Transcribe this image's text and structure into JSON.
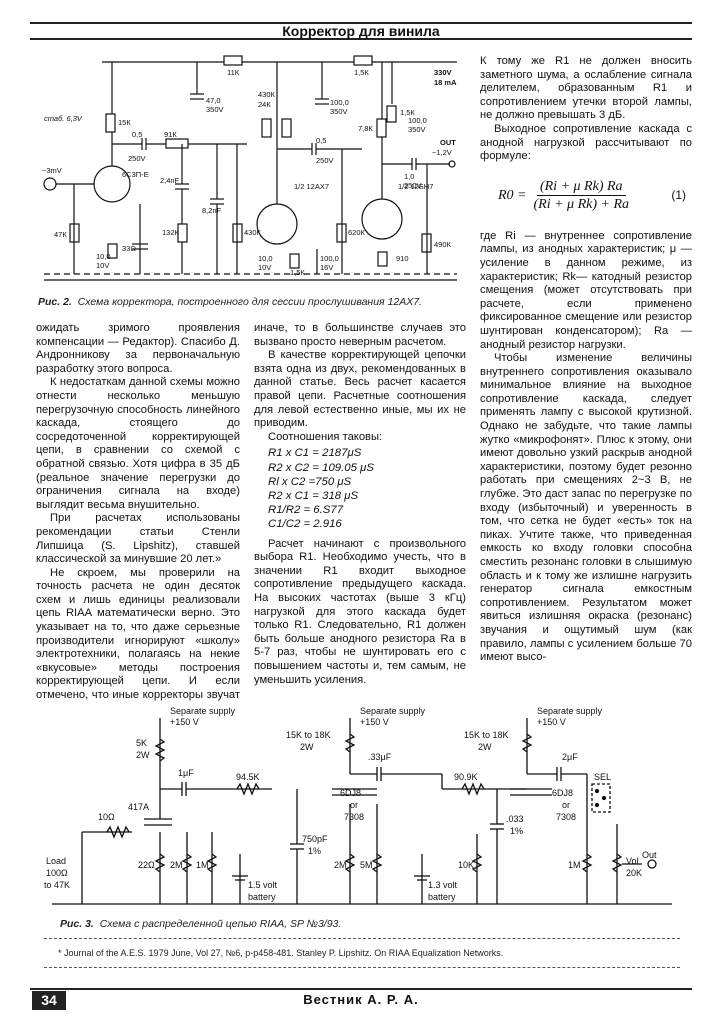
{
  "header": {
    "title": "Корректор для винила"
  },
  "fig2": {
    "caption_label": "Рис. 2.",
    "caption_text": "Схема корректора, построенного для сессии прослушивания 12АХ7.",
    "labels": {
      "r_top1": "11К",
      "r_top2": "1,5К",
      "supply_v": "330V",
      "supply_i": "18 mA",
      "c1": "47,0",
      "c1v": "350V",
      "c2": "100,0",
      "c2v": "350V",
      "c3": "100,0",
      "c3v": "350V",
      "stab": "стаб. 6,3V",
      "r15k": "15К",
      "c05": "0,5",
      "c05v": "250V",
      "r91k": "91К",
      "tube1": "6С3П-Е",
      "in": "~3mV",
      "r47k": "47К",
      "r33": "33Ω",
      "c10_1": "10,0",
      "c10_1v": "10V",
      "c24": "2,4nF",
      "c82": "8,2nF",
      "r132": "132К",
      "r430": "430К",
      "tube2": "1/2 12AX7",
      "c05b": "0,5",
      "c05bv": "250V",
      "r620": "620К",
      "r15b": "1,5К",
      "c10_2": "10,0",
      "c10_2v": "10V",
      "c100": "100,0",
      "c100v": "16V",
      "tube3": "1/2 12БН7",
      "r78": "7,8К",
      "r15c": "1,5К",
      "c1_0": "1,0",
      "c1_0v": "250V",
      "r910": "910",
      "r490": "490К",
      "out": "OUT",
      "out_v": "~1,2V",
      "r430b": "430К",
      "r24k": "24К"
    }
  },
  "fig3": {
    "caption_label": "Рис. 3.",
    "caption_text": "Схема с распределенной цепью RIAA, SP №3/93.",
    "labels": {
      "supply1": "Separate supply",
      "supply1v": "+150 V",
      "supply2": "Separate supply",
      "supply2v": "+150 V",
      "supply3": "Separate supply",
      "supply3v": "+150 V",
      "r5k": "5K",
      "r5kw": "2W",
      "c1uf": "1μF",
      "r945": "94.5K",
      "r15_18a": "15K to 18K",
      "r15_18aw": "2W",
      "c33": ".33μF",
      "r909": "90.9K",
      "r15_18b": "15K to 18K",
      "r15_18bw": "2W",
      "c2uf": "2μF",
      "sel": "SEL",
      "r10": "10Ω",
      "tube417": "417A",
      "load1": "Load",
      "load2": "100Ω",
      "load3": "to 47K",
      "r22": "22Ω",
      "r2m": "2M",
      "r1m": "1M",
      "batt1a": "1.5 volt",
      "batt1b": "battery",
      "c750": "750pF",
      "c750t": "1%",
      "tube6djb": "6DJ8",
      "tube_or": "or",
      "tube7308": "7308",
      "r2m_b": "2M",
      "r5m": "5M",
      "batt2a": "1.3 volt",
      "batt2b": "battery",
      "c033": ".033",
      "c033t": "1%",
      "r10k": "10K",
      "tube6djb2": "6DJ8",
      "tube_or2": "or",
      "tube7308_2": "7308",
      "r1m_b": "1M",
      "vol": "Vol",
      "vol20k": "20K",
      "out": "Out"
    }
  },
  "colA": {
    "p1": "ожидать зримого проявления компенсации — Редактор). Спасибо Д. Андронникову за первоначальную разработку этого вопроса.",
    "p2": "К недостаткам данной схемы можно отнести несколько меньшую перегрузочную способность линейного каскада, стоящего до сосредоточенной корректирующей цепи, в сравнении со схемой с обратной связью. Хотя цифра в 35 дБ (реальное значение перегрузки до ограничения сигнала на входе) выглядит весьма внушительно.",
    "p3": "При расчетах использованы рекомендации статьи Стенли Липшица (S. Lipshitz), ставшей классической за минувшие 20 лет.»",
    "p4": "Не скроем, мы проверили на точность расчета не один десяток схем и лишь единицы реализовали цепь RIAA математически верно. Это указывает на то, что даже серьезные производители игнорируют «школу» электротехники, полагаясь на некие «вкусовые» методы построения корректирующей цепи. И если отмечено, что иные корректоры звучат так или"
  },
  "colB": {
    "p1": "иначе, то в большинстве случаев это вызвано просто неверным расчетом.",
    "p2": "В качестве корректирующей цепочки взята одна из двух, рекомендованных в данной статье. Весь расчет касается правой цепи. Расчетные соотношения для левой естественно иные, мы их не приводим.",
    "p3": "Соотношения таковы:",
    "ratios": [
      "R1 x  C1 = 2187μS",
      "R2 x C2 = 109.05 μS",
      "Rl x C2 =750 μS",
      "R2 x C1 = 318 μS",
      "R1/R2 = 6.S77",
      "C1/C2 = 2.916"
    ],
    "p4": "Расчет начинают с произвольного выбора R1. Необходимо учесть, что в значении R1 входит выходное сопротивление предыдущего каскада. На высоких частотах (выше 3 кГц) нагрузкой для этого каскада будет только R1. Следовательно, R1 должен быть больше анодного резистора Ra в 5-7 раз, чтобы не шунтировать его с повышением частоты и, тем самым, не уменьшить усиления."
  },
  "colC": {
    "p1": "К тому же R1 не должен вносить заметного шума, а ослабление сигнала делителем, образованным R1 и сопротивлением утечки второй лампы, не должно превышать 3 дБ.",
    "p2": "Выходное сопротивление каскада с анодной нагрузкой рассчитывают по формуле:",
    "formula": {
      "lhs": "R0 =",
      "numerator": "(Ri + μ Rk) Ra",
      "denominator": "(Ri + μ Rk) + Ra",
      "number": "(1)"
    },
    "p3": "где Ri — внутреннее сопротивление лампы, из анодных характеристик; μ — усиление в данном режиме, из характеристик; Rk— катодный резистор смещения (может отсутствовать при расчете, если применено фиксированное смещение или резистор шунтирован конденсатором); Ra — анодный резистор нагрузки.",
    "p4": "Чтобы изменение величины внутреннего сопротивления оказывало минимальное влияние на выходное сопротивление каскада, следует применять лампу с высокой крутизной. Однако не забудьте, что такие лампы жутко «микрофонят». Плюс к этому, они имеют довольно узкий раскрыв анодной характеристики, поэтому будет резонно работать при смещениях 2~3 В, не глубже. Это даст запас по перегрузке по входу (избыточный) и уверенность в том, что сетка не будет «есть» ток на пиках. Учтите также, что приведенная емкость ко входу головки способна сместить резонанс головки в слышимую область и к тому же излишне нагрузить генератор сигнала емкостным сопротивлением. Результатом может явиться излишняя окраска (резонанс) звучания и ощутимый шум (как правило, лампы с усилением больше 70 имеют высо-"
  },
  "footnote": {
    "text": "*      Journal of the A.E.S. 1979 June, Vol 27, №6, p-p458-481. Stanley P. Lipshitz. On RIAA Equalization Networks."
  },
  "footer": {
    "page": "34",
    "journal": "Вестник А. Р. А."
  }
}
